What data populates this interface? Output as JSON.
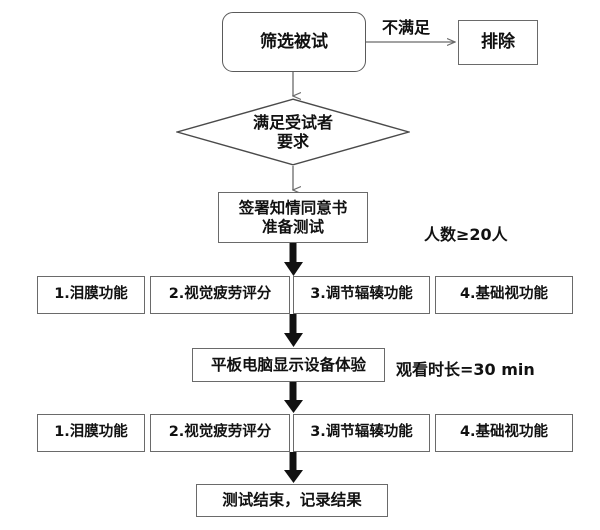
{
  "diagram": {
    "title": "Ocular function test flowchart",
    "colors": {
      "stroke_thin": "#6a6a6a",
      "stroke_round": "#5a5a5a",
      "arrow_thick": "#111111",
      "arrow_thin": "#6a6a6a",
      "text": "#111111",
      "background": "#ffffff"
    },
    "nodes": {
      "screen_subjects": "筛选被试",
      "exclude": "排除",
      "decision": "满足受试者\n要求",
      "consent": "签署知情同意书\n准备测试",
      "tablet_experience": "平板电脑显示设备体验",
      "finish": "测试结束，记录结果"
    },
    "edge_labels": {
      "not_satisfied": "不满足"
    },
    "annotations": {
      "subject_count": "人数≥20人",
      "viewing_duration": "观看时长=30 min"
    },
    "measure_row_pre": [
      "1.泪膜功能",
      "2.视觉疲劳评分",
      "3.调节辐辏功能",
      "4.基础视功能"
    ],
    "measure_row_post": [
      "1.泪膜功能",
      "2.视觉疲劳评分",
      "3.调节辐辏功能",
      "4.基础视功能"
    ]
  }
}
